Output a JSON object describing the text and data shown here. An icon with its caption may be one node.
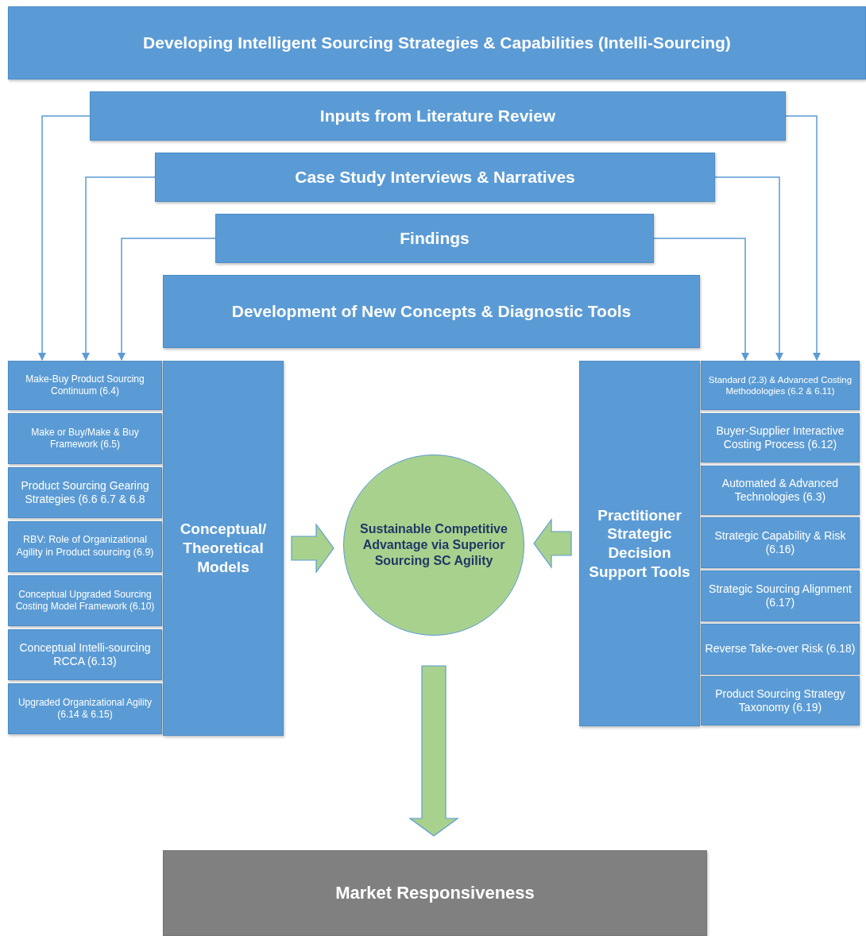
{
  "diagram": {
    "nodes": [
      {
        "text": [
          "Developing Intelligent Sourcing Strategies & Capabilities (Intelli-Sourcing)"
        ]
      },
      {
        "text": [
          "Inputs from Literature Review"
        ]
      },
      {
        "text": [
          "Case Study Interviews & Narratives"
        ]
      },
      {
        "text": [
          "Findings"
        ]
      },
      {
        "text": [
          "Development of New Concepts & Diagnostic Tools"
        ]
      },
      {
        "text": [
          "Make-Buy Product Sourcing Continuum (6.4)"
        ]
      },
      {
        "text": [
          "Make or Buy/Make & Buy Framework (6.5)"
        ]
      },
      {
        "text": [
          "Product Sourcing Gearing Strategies (6.6 6.7 & 6.8"
        ]
      },
      {
        "text": [
          "RBV: Role of Organizational Agility in Product sourcing (6.9)"
        ]
      },
      {
        "text": [
          "Conceptual Upgraded Sourcing Costing Model Framework (6.10)"
        ]
      },
      {
        "text": [
          "Conceptual Intelli-sourcing RCCA (6.13)"
        ]
      },
      {
        "text": [
          "Upgraded Organizational Agility (6.14 & 6.15)"
        ]
      },
      {
        "text": [
          "Conceptual/ Theoretical Models"
        ]
      },
      {
        "text": [
          "Sustainable Competitive Advantage via Superior Sourcing SC Agility"
        ]
      },
      {
        "text": [
          "Practitioner Strategic Decision Support Tools"
        ]
      },
      {
        "text": [
          "Standard (2.3) & Advanced Costing Methodologies (6.2 & 6.11)"
        ]
      },
      {
        "text": [
          "Buyer-Supplier Interactive Costing Process (6.12)"
        ]
      },
      {
        "text": [
          "Automated & Advanced Technologies (6.3)"
        ]
      },
      {
        "text": [
          "Strategic Capability & Risk (6.16)"
        ]
      },
      {
        "text": [
          "Strategic Sourcing Alignment (6.17)"
        ]
      },
      {
        "text": [
          "Reverse Take-over Risk (6.18)"
        ]
      },
      {
        "text": [
          "Product Sourcing Strategy Taxonomy (6.19)"
        ]
      },
      {
        "text": [
          "Market Responsiveness"
        ]
      }
    ],
    "edges": [
      {
        "from": 1,
        "to": 5,
        "arrow": "to"
      },
      {
        "from": 2,
        "to": 5,
        "arrow": "to"
      },
      {
        "from": 3,
        "to": 5,
        "arrow": "to"
      },
      {
        "from": 1,
        "to": 15,
        "arrow": "to"
      },
      {
        "from": 2,
        "to": 15,
        "arrow": "to"
      },
      {
        "from": 3,
        "to": 15,
        "arrow": "to"
      },
      {
        "from": 12,
        "to": 13,
        "arrow": "to",
        "style": "thick",
        "color": "#a9d18e"
      },
      {
        "from": 14,
        "to": 13,
        "arrow": "to",
        "style": "thick",
        "color": "#a9d18e"
      },
      {
        "from": 13,
        "to": 22,
        "arrow": "to",
        "style": "thick",
        "color": "#a9d18e"
      }
    ]
  }
}
